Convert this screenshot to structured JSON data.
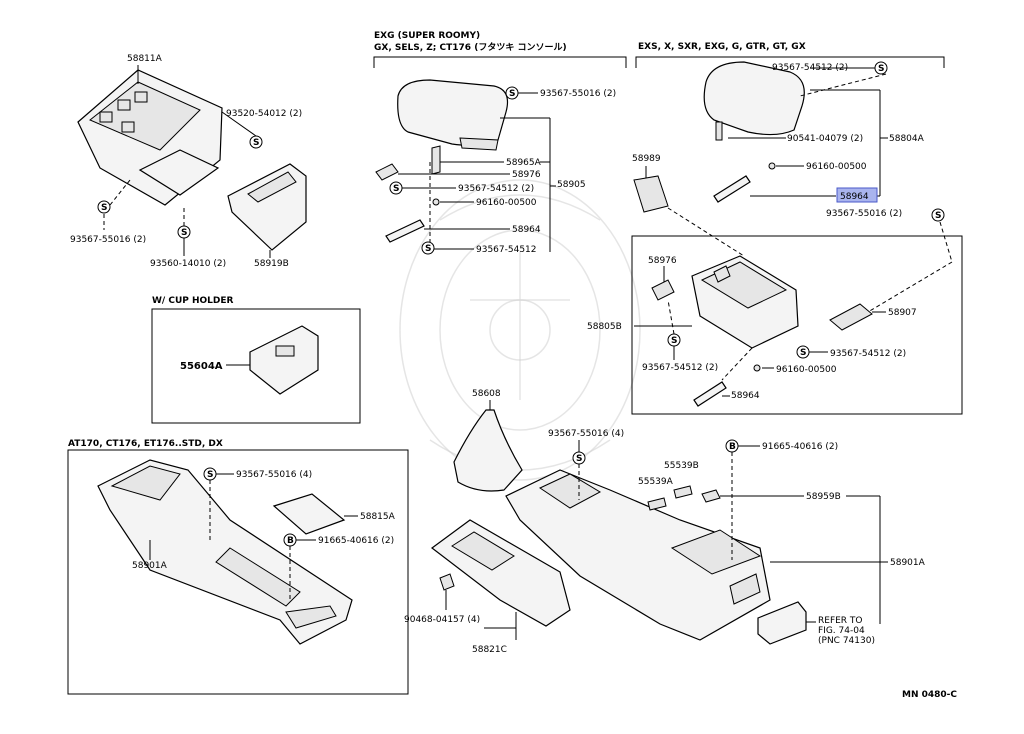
{
  "headers": {
    "exg": "EXG (SUPER ROOMY)",
    "exg_sub": "GX, SELS, Z; CT176 (フタツキ コンソール)",
    "exs": "EXS, X, SXR, EXG, G, GTR, GT, GX",
    "cup": "W/ CUP HOLDER",
    "at170": "AT170, CT176, ET176..STD, DX"
  },
  "labels": {
    "p58811A": "58811A",
    "p93520": "93520-54012 (2)",
    "p93567_55016_2_left": "93567-55016 (2)",
    "p93560": "93560-14010 (2)",
    "p58919B": "58919B",
    "p55604A": "55604A",
    "p93567_55016_2_mid": "93567-55016 (2)",
    "p58965A": "58965A",
    "p58976_mid": "58976",
    "p93567_54512_2_mid": "93567-54512 (2)",
    "p58905": "58905",
    "p96160_mid": "96160-00500",
    "p58964_mid": "58964",
    "p93567_54512_mid": "93567-54512",
    "p93567_54512_2_right": "93567-54512 (2)",
    "p90541": "90541-04079 (2)",
    "p58804A": "58804A",
    "p96160_right": "96160-00500",
    "p58964_right_hl": "58964",
    "p93567_55016_2_right": "93567-55016 (2)",
    "p58989": "58989",
    "p58976_right": "58976",
    "p58805B": "58805B",
    "p58907": "58907",
    "p93567_54512_2_box_a": "93567-54512 (2)",
    "p93567_54512_2_box_b": "93567-54512 (2)",
    "p96160_box": "96160-00500",
    "p58964_box": "58964",
    "p93567_55016_4_left": "93567-55016 (4)",
    "p58815A": "58815A",
    "p91665_40616_2_left": "91665-40616 (2)",
    "p58901A_left": "58901A",
    "p58608": "58608",
    "p93567_55016_4_right": "93567-55016 (4)",
    "p91665_40616_2_right": "91665-40616 (2)",
    "p55539B": "55539B",
    "p55539A": "55539A",
    "p58959B": "58959B",
    "p58901A_right": "58901A",
    "p90468": "90468-04157 (4)",
    "p58821C": "58821C",
    "refer1": "REFER TO",
    "refer2": "FIG. 74-04",
    "refer3": "(PNC 74130)",
    "mn": "MN 0480-C"
  },
  "symbols": {
    "screw": "S",
    "bolt": "B"
  },
  "colors": {
    "highlight": "#a9b4ee"
  }
}
